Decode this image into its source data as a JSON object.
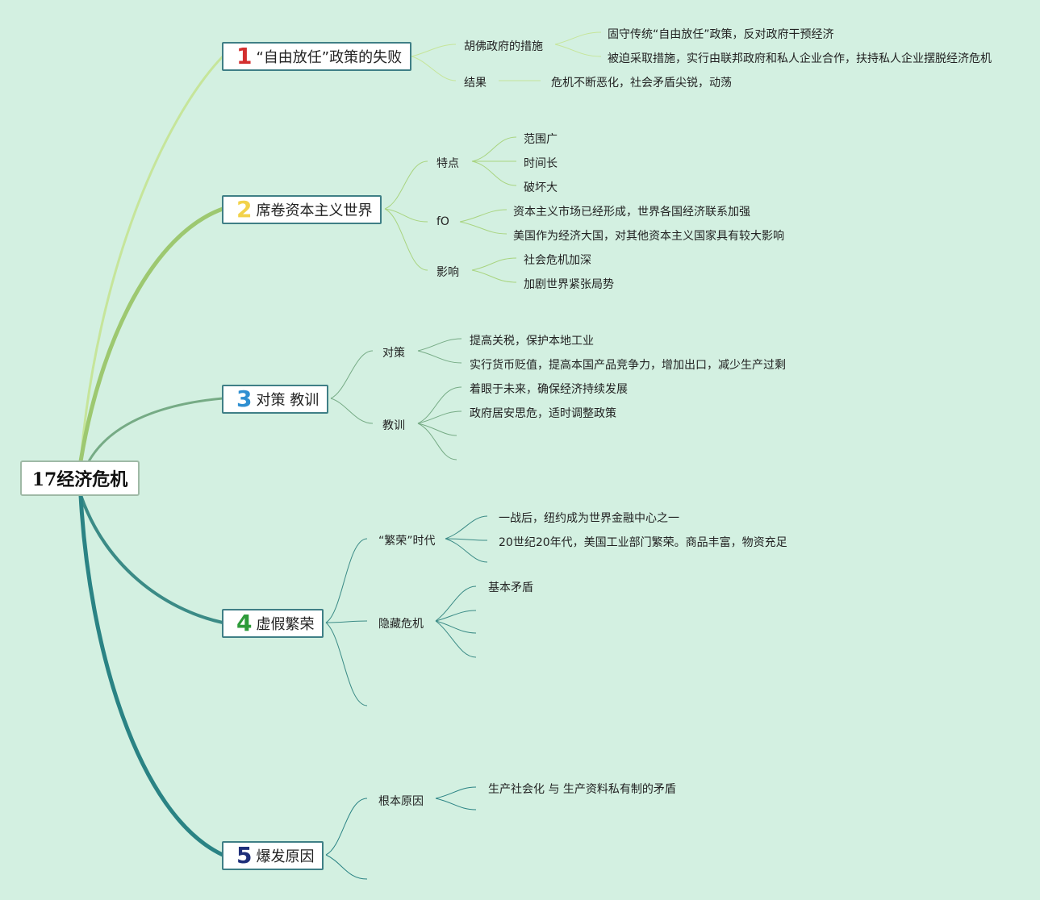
{
  "root": {
    "label": "17经济危机"
  },
  "branches": [
    {
      "num": "1",
      "num_color": "#d32f2f",
      "label": "“自由放任”政策的失败"
    },
    {
      "num": "2",
      "num_color": "#f2d24b",
      "label": "席卷资本主义世界"
    },
    {
      "num": "3",
      "num_color": "#2f8fd1",
      "label": "对策 教训"
    },
    {
      "num": "4",
      "num_color": "#2e9b3a",
      "label": "虚假繁荣"
    },
    {
      "num": "5",
      "num_color": "#1f2f7a",
      "label": "爆发原因"
    }
  ],
  "b1": {
    "measures": "胡佛政府的措施",
    "m1": "固守传统“自由放任”政策，反对政府干预经济",
    "m2": "被迫采取措施，实行由联邦政府和私人企业合作，扶持私人企业摆脱经济危机",
    "result": "结果",
    "r1": "危机不断恶化，社会矛盾尖锐，动荡"
  },
  "b2": {
    "features": "特点",
    "f1": "范围广",
    "f2": "时间长",
    "f3": "破坏大",
    "fo": "fO",
    "o1": "资本主义市场已经形成，世界各国经济联系加强",
    "o2": "美国作为经济大国，对其他资本主义国家具有较大影响",
    "impact": "影响",
    "i1": "社会危机加深",
    "i2": "加剧世界紧张局势"
  },
  "b3": {
    "policy": "对策",
    "p1": "提高关税，保护本地工业",
    "p2": "实行货币贬值，提高本国产品竞争力，增加出口，减少生产过剩",
    "lesson": "教训",
    "l1": "着眼于未来，确保经济持续发展",
    "l2": "政府居安思危，适时调整政策"
  },
  "b4": {
    "boom": "“繁荣”时代",
    "bm1": "一战后，纽约成为世界金融中心之一",
    "bm2": "20世纪20年代，美国工业部门繁荣。商品丰富，物资充足",
    "hidden": "隐藏危机",
    "h1": "基本矛盾"
  },
  "b5": {
    "cause": "根本原因",
    "c1": "生产社会化 与 生产资料私有制的矛盾"
  },
  "colors": {
    "background": "#d3f0e1",
    "branch1": "#c6e59a",
    "branch2": "#9dc870",
    "branch3": "#76ab85",
    "branch4": "#3b8b86",
    "branch5": "#2a8384"
  }
}
